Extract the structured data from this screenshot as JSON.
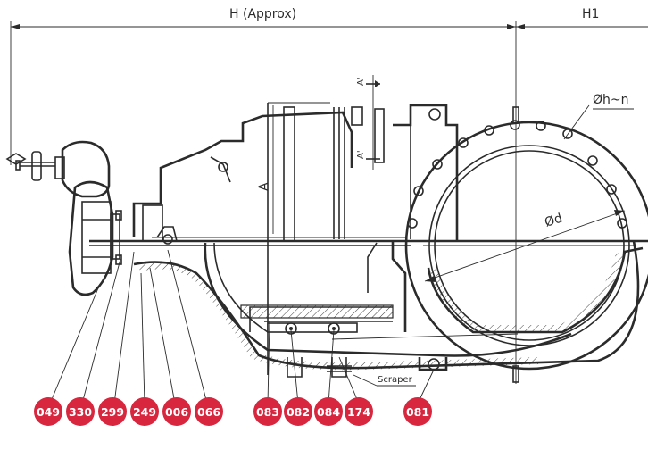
{
  "dimensions": {
    "h_approx": "H (Approx)",
    "h1": "H1",
    "a": "A",
    "a_prime_top": "A'",
    "a_prime_bottom": "A'",
    "d": "Ød",
    "h_n": "Øh~n"
  },
  "scraper_label": "Scraper",
  "colors": {
    "badge": "#d7263d",
    "line": "#2b2b2b"
  },
  "part_numbers": [
    "049",
    "330",
    "299",
    "249",
    "006",
    "066",
    "083",
    "082",
    "084",
    "174",
    "081"
  ]
}
